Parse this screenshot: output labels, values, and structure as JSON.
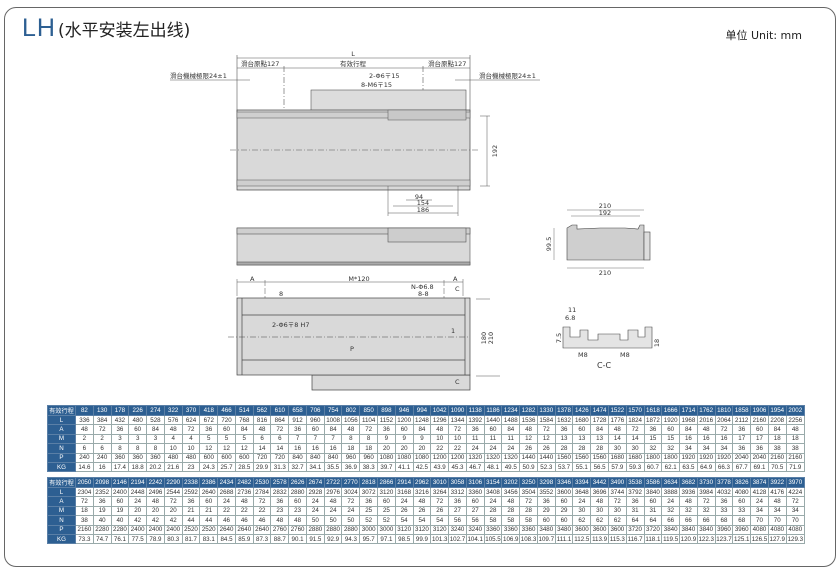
{
  "header": {
    "model": "LH",
    "subtitle": "(水平安装左出线)",
    "unit": "单位 Unit: mm"
  },
  "drawing": {
    "top_view": {
      "L": "L",
      "origin_left": "滑台原點127",
      "stroke": "有效行程",
      "origin_right": "滑台原點127",
      "limit_left": "滑台機械極限24±1",
      "limit_right": "滑台機械極限24±1",
      "pin_holes": "2-Φ6〒15",
      "tap_holes": "8-M6〒15",
      "height": "192",
      "d94": "94",
      "d154": "154",
      "d186": "186"
    },
    "bottom_view": {
      "A_left": "A",
      "M120": "M*120",
      "A_right": "A",
      "N_holes": "N-Φ6.8",
      "dowel": "2-Φ6〒8 H7",
      "P": "P",
      "C1": "C",
      "C2": "C",
      "d180": "180",
      "d210": "210",
      "d1": "1",
      "d8a": "8",
      "d8b": "8-8"
    },
    "side_view": {
      "w210_top": "210",
      "w192": "192",
      "h99_5": "99.5",
      "w210_bottom": "210"
    },
    "section": {
      "d11": "11",
      "d6_8": "6.8",
      "d7_5": "7.5",
      "d18": "18",
      "m8_left": "M8",
      "m8_right": "M8",
      "label": "C-C"
    }
  },
  "tables": [
    {
      "header_label": "有效行程",
      "row_labels": [
        "L",
        "A",
        "M",
        "N",
        "P",
        "KG"
      ],
      "stroke": [
        82,
        130,
        178,
        226,
        274,
        322,
        370,
        418,
        466,
        514,
        562,
        610,
        658,
        706,
        754,
        802,
        850,
        898,
        946,
        994,
        1042,
        1090,
        1138,
        1186,
        1234,
        1282,
        1330,
        1378,
        1426,
        1474,
        1522,
        1570,
        1618,
        1666,
        1714,
        1762,
        1810,
        1858,
        1906,
        1954,
        2002
      ],
      "rows": [
        [
          336,
          384,
          432,
          480,
          528,
          576,
          624,
          672,
          720,
          768,
          816,
          864,
          912,
          960,
          1008,
          1056,
          1104,
          1152,
          1200,
          1248,
          1296,
          1344,
          1392,
          1440,
          1488,
          1536,
          1584,
          1632,
          1680,
          1728,
          1776,
          1824,
          1872,
          1920,
          1968,
          2016,
          2064,
          2112,
          2160,
          2208,
          2256
        ],
        [
          48,
          72,
          36,
          60,
          84,
          48,
          72,
          36,
          60,
          84,
          48,
          72,
          36,
          60,
          84,
          48,
          72,
          36,
          60,
          84,
          48,
          72,
          36,
          60,
          84,
          48,
          72,
          36,
          60,
          84,
          48,
          72,
          36,
          60,
          84,
          48,
          72,
          36,
          60,
          84,
          48
        ],
        [
          2,
          2,
          3,
          3,
          3,
          4,
          4,
          5,
          5,
          5,
          6,
          6,
          7,
          7,
          7,
          8,
          8,
          9,
          9,
          9,
          10,
          10,
          11,
          11,
          11,
          12,
          12,
          13,
          13,
          13,
          14,
          14,
          15,
          15,
          16,
          16,
          16,
          17,
          17,
          18,
          18
        ],
        [
          6,
          6,
          8,
          8,
          8,
          10,
          10,
          12,
          12,
          12,
          14,
          14,
          16,
          16,
          16,
          18,
          18,
          20,
          20,
          20,
          22,
          22,
          24,
          24,
          24,
          26,
          26,
          28,
          28,
          28,
          30,
          30,
          32,
          32,
          34,
          34,
          34,
          36,
          36,
          38,
          38
        ],
        [
          240,
          240,
          360,
          360,
          360,
          480,
          480,
          600,
          600,
          600,
          720,
          720,
          840,
          840,
          840,
          960,
          960,
          1080,
          1080,
          1080,
          1200,
          1200,
          1320,
          1320,
          1320,
          1440,
          1440,
          1560,
          1560,
          1560,
          1680,
          1680,
          1800,
          1800,
          1920,
          1920,
          1920,
          2040,
          2040,
          2160,
          2160
        ],
        [
          14.6,
          16,
          17.4,
          18.8,
          20.2,
          21.6,
          23,
          24.3,
          25.7,
          28.5,
          29.9,
          31.3,
          32.7,
          34.1,
          35.5,
          36.9,
          38.3,
          39.7,
          41.1,
          42.5,
          43.9,
          45.3,
          46.7,
          48.1,
          49.5,
          50.9,
          52.3,
          53.7,
          55.1,
          56.5,
          57.9,
          59.3,
          60.7,
          62.1,
          63.5,
          64.9,
          66.3,
          67.7,
          69.1,
          70.5,
          71.9
        ]
      ]
    },
    {
      "header_label": "有效行程",
      "row_labels": [
        "L",
        "A",
        "M",
        "N",
        "P",
        "KG"
      ],
      "stroke": [
        2050,
        2098,
        2146,
        2194,
        2242,
        2290,
        2338,
        2386,
        2434,
        2482,
        2530,
        2578,
        2626,
        2674,
        2722,
        2770,
        2818,
        2866,
        2914,
        2962,
        3010,
        3058,
        3106,
        3154,
        3202,
        3250,
        3298,
        3346,
        3394,
        3442,
        3490,
        3538,
        3586,
        3634,
        3682,
        3730,
        3778,
        3826,
        3874,
        3922,
        3970
      ],
      "rows": [
        [
          2304,
          2352,
          2400,
          2448,
          2496,
          2544,
          2592,
          2640,
          2688,
          2736,
          2784,
          2832,
          2880,
          2928,
          2976,
          3024,
          3072,
          3120,
          3168,
          3216,
          3264,
          3312,
          3360,
          3408,
          3456,
          3504,
          3552,
          3600,
          3648,
          3696,
          3744,
          3792,
          3840,
          3888,
          3936,
          3984,
          4032,
          4080,
          4128,
          4176,
          4224
        ],
        [
          72,
          36,
          60,
          24,
          48,
          72,
          36,
          60,
          24,
          48,
          72,
          36,
          60,
          24,
          48,
          72,
          36,
          60,
          24,
          48,
          72,
          36,
          60,
          24,
          48,
          72,
          36,
          60,
          24,
          48,
          72,
          36,
          60,
          24,
          48,
          72,
          36,
          60,
          24,
          48,
          72
        ],
        [
          18,
          19,
          19,
          20,
          20,
          20,
          21,
          21,
          22,
          22,
          22,
          23,
          23,
          24,
          24,
          24,
          25,
          25,
          26,
          26,
          26,
          27,
          27,
          28,
          28,
          28,
          29,
          29,
          30,
          30,
          30,
          31,
          31,
          32,
          32,
          32,
          33,
          33,
          34,
          34,
          34
        ],
        [
          38,
          40,
          40,
          42,
          42,
          42,
          44,
          44,
          46,
          46,
          46,
          48,
          48,
          50,
          50,
          50,
          52,
          52,
          54,
          54,
          54,
          56,
          56,
          58,
          58,
          58,
          60,
          60,
          62,
          62,
          62,
          64,
          64,
          66,
          66,
          66,
          68,
          68,
          70,
          70,
          70
        ],
        [
          2160,
          2280,
          2280,
          2400,
          2400,
          2400,
          2520,
          2520,
          2640,
          2640,
          2640,
          2760,
          2760,
          2880,
          2880,
          2880,
          3000,
          3000,
          3120,
          3120,
          3120,
          3240,
          3240,
          3360,
          3360,
          3360,
          3480,
          3480,
          3600,
          3600,
          3600,
          3720,
          3720,
          3840,
          3840,
          3840,
          3960,
          3960,
          4080,
          4080,
          4080
        ],
        [
          73.3,
          74.7,
          76.1,
          77.5,
          78.9,
          80.3,
          81.7,
          83.1,
          84.5,
          85.9,
          87.3,
          88.7,
          90.1,
          91.5,
          92.9,
          94.3,
          95.7,
          97.1,
          98.5,
          99.9,
          101.3,
          102.7,
          104.1,
          105.5,
          106.9,
          108.3,
          109.7,
          111.1,
          112.5,
          113.9,
          115.3,
          116.7,
          118.1,
          119.5,
          120.9,
          122.3,
          123.7,
          125.1,
          126.5,
          127.9,
          129.3
        ]
      ]
    }
  ],
  "colors": {
    "accent": "#2d5f92",
    "body": "#d9d9d9",
    "line": "#555555"
  }
}
